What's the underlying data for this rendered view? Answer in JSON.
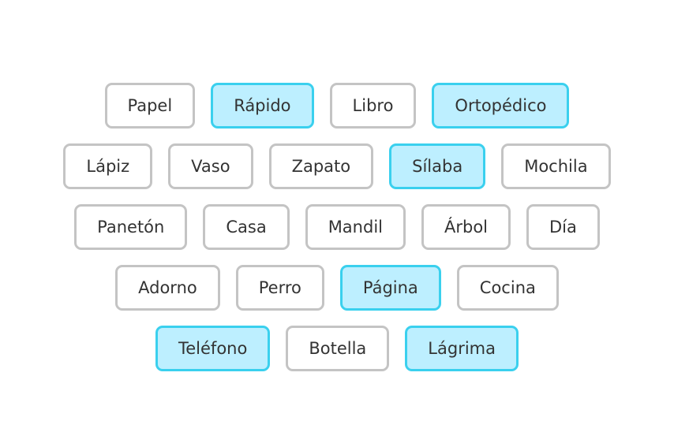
{
  "colors": {
    "selected_fill": "#bdefff",
    "selected_border": "#3ad0ee",
    "default_border": "#c4c4c4"
  },
  "rows": [
    [
      {
        "label": "Papel",
        "selected": false
      },
      {
        "label": "Rápido",
        "selected": true
      },
      {
        "label": "Libro",
        "selected": false
      },
      {
        "label": "Ortopédico",
        "selected": true
      }
    ],
    [
      {
        "label": "Lápiz",
        "selected": false
      },
      {
        "label": "Vaso",
        "selected": false
      },
      {
        "label": "Zapato",
        "selected": false
      },
      {
        "label": "Sílaba",
        "selected": true
      },
      {
        "label": "Mochila",
        "selected": false
      }
    ],
    [
      {
        "label": "Panetón",
        "selected": false
      },
      {
        "label": "Casa",
        "selected": false
      },
      {
        "label": "Mandil",
        "selected": false
      },
      {
        "label": "Árbol",
        "selected": false
      },
      {
        "label": "Día",
        "selected": false
      }
    ],
    [
      {
        "label": "Adorno",
        "selected": false
      },
      {
        "label": "Perro",
        "selected": false
      },
      {
        "label": "Página",
        "selected": true
      },
      {
        "label": "Cocina",
        "selected": false
      }
    ],
    [
      {
        "label": "Teléfono",
        "selected": true
      },
      {
        "label": "Botella",
        "selected": false
      },
      {
        "label": "Lágrima",
        "selected": true
      }
    ]
  ]
}
